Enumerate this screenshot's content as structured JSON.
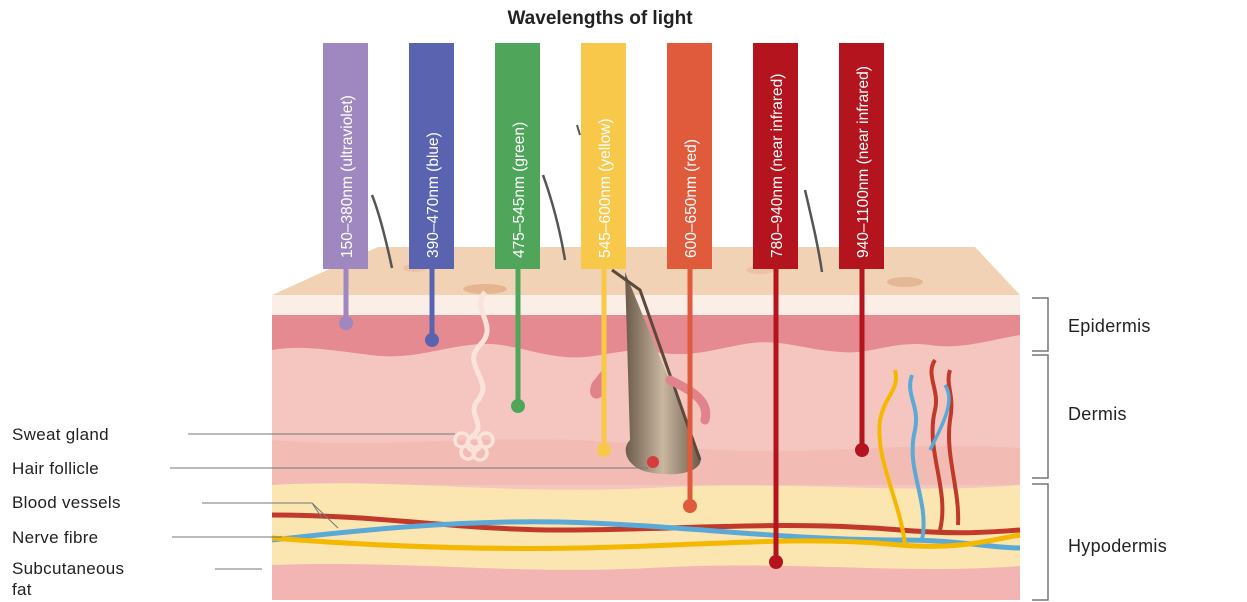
{
  "title": "Wavelengths of light",
  "wavelengths": [
    {
      "label": "150–380nm (ultraviolet)",
      "color": "#9f87bf"
    },
    {
      "label": "390–470nm (blue)",
      "color": "#5a63b0"
    },
    {
      "label": "475–545nm (green)",
      "color": "#4fa65a"
    },
    {
      "label": "545–600nm (yellow)",
      "color": "#f7c84a"
    },
    {
      "label": "600–650nm (red)",
      "color": "#e05a3c"
    },
    {
      "label": "780–940nm (near infrared)",
      "color": "#b3141e"
    },
    {
      "label": "940–1100nm (near infrared)",
      "color": "#b3141e"
    }
  ],
  "structures": {
    "sweat_gland": "Sweat gland",
    "hair_follicle": "Hair follicle",
    "blood_vessels": "Blood vessels",
    "nerve_fibre": "Nerve fibre",
    "subcutaneous_fat_line1": "Subcutaneous",
    "subcutaneous_fat_line2": "fat"
  },
  "layers": {
    "epidermis": "Epidermis",
    "dermis": "Dermis",
    "hypodermis": "Hypodermis"
  },
  "colors": {
    "skin_surface": "#f2d2b4",
    "epidermis": "#e58a90",
    "dermis": "#f5c6c0",
    "hypodermis": "#fbe5b0",
    "blood_vessel": "#c0392b",
    "nerve": "#f5b800",
    "vein": "#5aa9d6"
  }
}
